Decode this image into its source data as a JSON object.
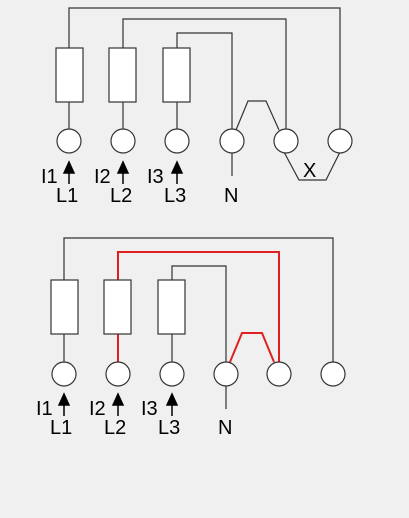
{
  "colors": {
    "background": "#f0f0f0",
    "wire": "#333333",
    "highlight": "#e02020",
    "component_fill": "#ffffff"
  },
  "top": {
    "labels": {
      "i1": "I1",
      "l1": "L1",
      "i2": "I2",
      "l2": "L2",
      "i3": "I3",
      "l3": "L3",
      "n": "N",
      "cross": "X"
    }
  },
  "bottom": {
    "labels": {
      "i1": "I1",
      "l1": "L1",
      "i2": "I2",
      "l2": "L2",
      "i3": "I3",
      "l3": "L3",
      "n": "N"
    }
  }
}
